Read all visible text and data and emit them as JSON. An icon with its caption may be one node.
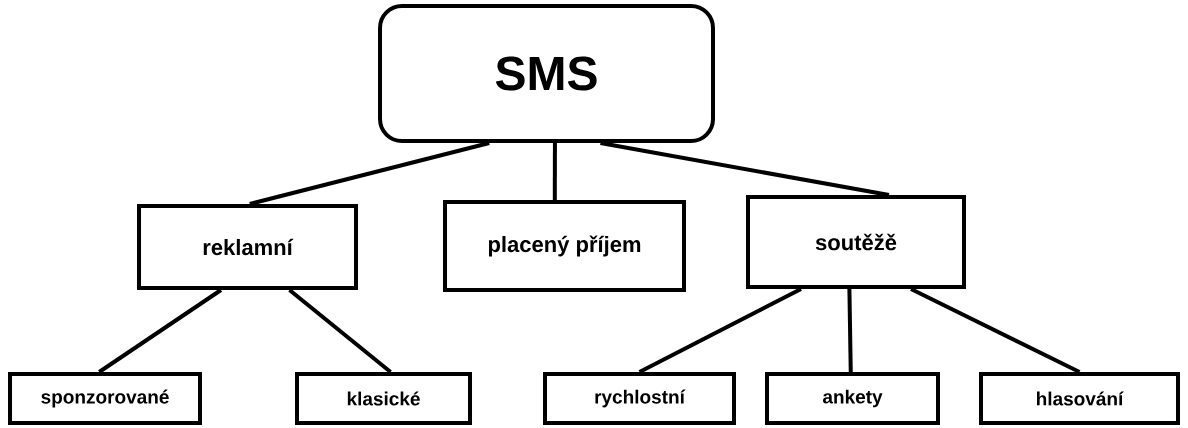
{
  "diagram": {
    "nodes": [
      {
        "text": [
          "SMS"
        ]
      },
      {
        "text": [
          "reklamní"
        ]
      },
      {
        "text": [
          "placený příjem"
        ]
      },
      {
        "text": [
          "soutěžě"
        ]
      },
      {
        "text": [
          "sponzorované"
        ]
      },
      {
        "text": [
          "klasické"
        ]
      },
      {
        "text": [
          "rychlostní"
        ]
      },
      {
        "text": [
          "ankety"
        ]
      },
      {
        "text": [
          "hlasování"
        ]
      }
    ],
    "edges": [
      {
        "from": 0,
        "to": 1,
        "arrow": "none"
      },
      {
        "from": 0,
        "to": 2,
        "arrow": "none"
      },
      {
        "from": 0,
        "to": 3,
        "arrow": "none"
      },
      {
        "from": 1,
        "to": 4,
        "arrow": "none"
      },
      {
        "from": 1,
        "to": 5,
        "arrow": "none"
      },
      {
        "from": 3,
        "to": 6,
        "arrow": "none"
      },
      {
        "from": 3,
        "to": 7,
        "arrow": "none"
      },
      {
        "from": 3,
        "to": 8,
        "arrow": "none"
      }
    ]
  }
}
